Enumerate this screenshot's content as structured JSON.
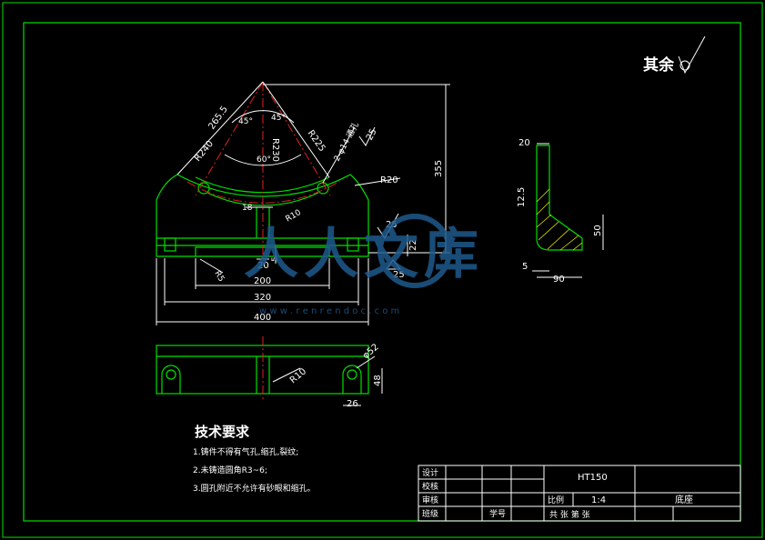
{
  "roughness_note": "其余",
  "dimensions": {
    "r240": "R240",
    "r230": "R230",
    "r225": "R225",
    "d2655": "265.5",
    "ang45a": "45°",
    "ang45b": "45°",
    "ang60": "60°",
    "holes": "2-φ14 通孔",
    "ra25a": "25",
    "r20": "R20",
    "d18": "18",
    "r10a": "R10",
    "d355": "355",
    "ra25b": "25",
    "d22": "22",
    "d5a": "5",
    "ra25c": "25",
    "r5": "R5",
    "d20a": "20",
    "d200": "200",
    "d320": "320",
    "d400": "400",
    "sec20": "20",
    "sec125": "12.5",
    "sec50": "50",
    "sec5": "5",
    "sec90": "90",
    "phi52": "φ52",
    "r10b": "R10",
    "d48": "48",
    "d26": "26"
  },
  "tech_requirements": {
    "title": "技术要求",
    "items": [
      "1.铸件不得有气孔,缩孔,裂纹;",
      "2.未铸造圆角R3~6;",
      "3.圆孔附近不允许有砂眼和缩孔。"
    ]
  },
  "title_block": {
    "design": "设计",
    "check": "校核",
    "review": "审核",
    "approve": "班级",
    "student_id": "学号",
    "material": "HT150",
    "scale_label": "比例",
    "scale_value": "1:4",
    "part_name": "底座",
    "sheets": "共  张 第  张"
  },
  "watermark": {
    "name": "人人文库",
    "url": "w w w . r e n r e n d o c . c o m"
  },
  "colors": {
    "background": "#000000",
    "outline": "#00e000",
    "centerline": "#e02020",
    "dimension": "#ffffff",
    "hatch": "#e8e800",
    "watermark": "#1e5a8c"
  }
}
